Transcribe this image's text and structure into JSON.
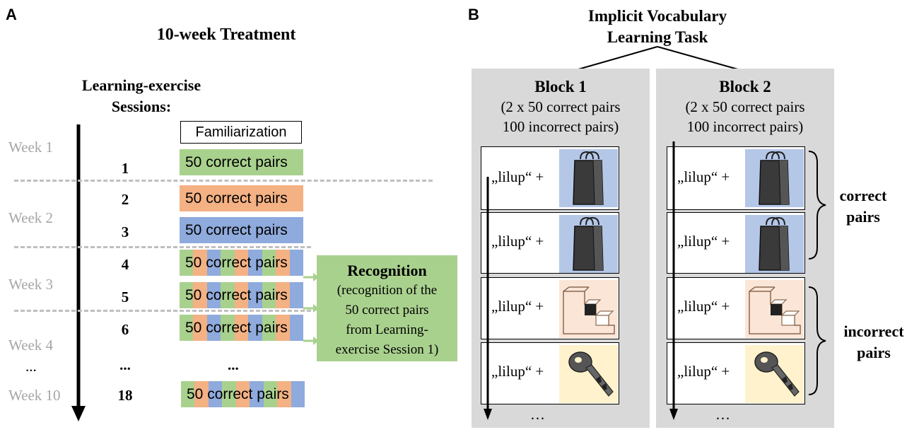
{
  "panel_a": {
    "letter": "A",
    "title": "10-week Treatment",
    "sessions_header_line1": "Learning-exercise",
    "sessions_header_line2": "Sessions:",
    "familiarization": "Familiarization",
    "weeks": [
      "Week 1",
      "Week 2",
      "Week 3",
      "Week 4",
      "...",
      "Week 10"
    ],
    "sessions": [
      "1",
      "2",
      "3",
      "4",
      "5",
      "6",
      "...",
      "18"
    ],
    "pair_label": "50 correct pairs",
    "ellipsis": "...",
    "recognition": {
      "title": "Recognition",
      "line1": "(recognition of the",
      "line2": "50 correct pairs",
      "line3": "from Learning-",
      "line4": "exercise Session 1)"
    }
  },
  "panel_b": {
    "letter": "B",
    "title_line1": "Implicit Vocabulary",
    "title_line2": "Learning Task",
    "blocks": [
      {
        "title": "Block 1",
        "line1": "(2 x 50 correct pairs",
        "line2": "100 incorrect pairs)"
      },
      {
        "title": "Block 2",
        "line1": "(2 x 50 correct pairs",
        "line2": "100 incorrect pairs)"
      }
    ],
    "trial_word": "„lilup“ +",
    "ellipsis": "…",
    "correct_label_line1": "correct",
    "correct_label_line2": "pairs",
    "incorrect_label_line1": "incorrect",
    "incorrect_label_line2": "pairs"
  },
  "colors": {
    "green": "#a9d18e",
    "orange": "#f4b183",
    "blue": "#8faadc",
    "recognition_green": "#a9d18e",
    "block_gray": "#d9d9d9",
    "bag_bg": "#b4c7e7",
    "stairs_bg": "#fbe5d6",
    "key_bg": "#fff2cc",
    "week_gray": "#a6a6a6"
  }
}
